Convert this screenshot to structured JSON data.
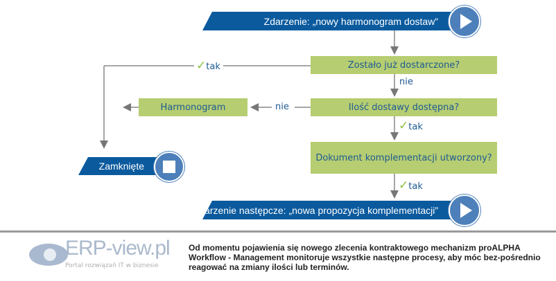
{
  "diagram": {
    "start_event": "Zdarzenie: „nowy harmonogram dostaw”",
    "q1": "Zostało już dostarczone?",
    "q2": "Ilość dostawy dostępna?",
    "q3": "Dokument komplementacji utworzony?",
    "schedule": "Harmonogram",
    "closed": "Zamknięte",
    "end_event": "Zdarzenie następcze: „nowa propozycja komplementacji”",
    "yes": "tak",
    "no": "nie"
  },
  "footer": {
    "logo": "ERP-view.pl",
    "logo_tagline": "Portal rozwiązań IT w biznesie",
    "caption": "Od momentu pojawienia się nowego zlecenia kontraktowego mechanizm proALPHA Workflow - Management monitoruje wszystkie następne procesy, aby móc bez-pośrednio reagować na zmiany ilości lub terminów."
  },
  "colors": {
    "blue": "#0b5a9e",
    "green": "#b6cd71",
    "check": "#8cc13f"
  }
}
